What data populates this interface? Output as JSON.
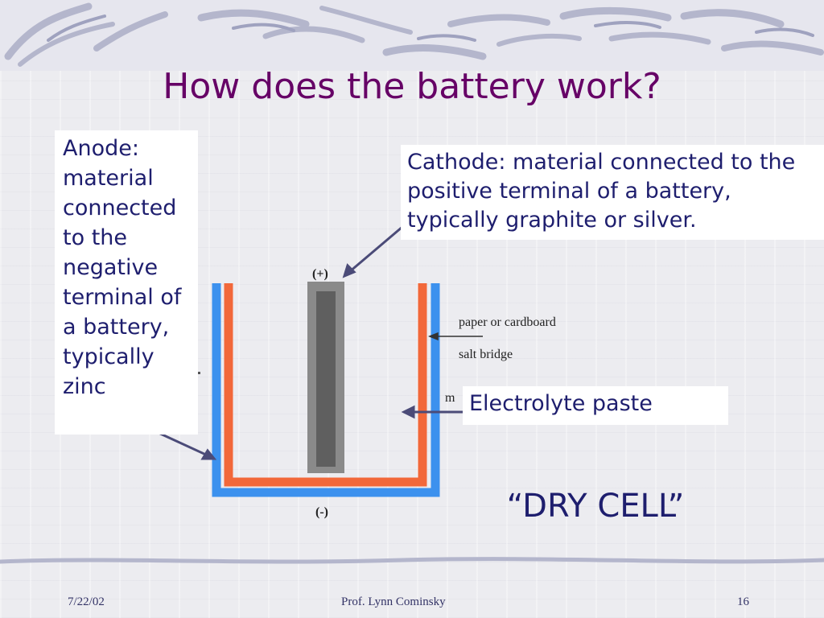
{
  "slide": {
    "title": "How does the battery work?",
    "anode_text": "Anode: material connected to the negative terminal of a battery, typically zinc",
    "cathode_text": "Cathode: material connected to the positive terminal of a battery, typically graphite or silver.",
    "electrolyte_text": "Electrolyte paste",
    "dry_cell_text": "“DRY CELL”"
  },
  "diagram": {
    "plus_label": "(+)",
    "minus_label": "(-)",
    "paper_label": "paper or cardboard",
    "salt_bridge_label": "salt bridge",
    "partial_label": "m"
  },
  "footer": {
    "date": "7/22/02",
    "author": "Prof. Lynn Cominsky",
    "page_number": "16"
  },
  "colors": {
    "title": "#660066",
    "body_text": "#1e1e6e",
    "outer_container": "#3c91ee",
    "inner_lining": "#f2683a",
    "electrode": "#8a8a8a",
    "electrode_core": "#5f5f5f",
    "arrow": "#4b4b78"
  }
}
